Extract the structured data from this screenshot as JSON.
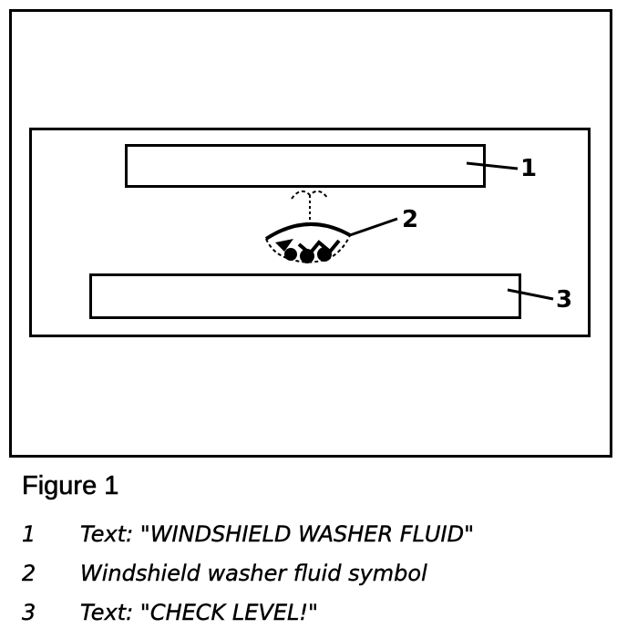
{
  "diagram": {
    "callouts": [
      "1",
      "2",
      "3"
    ],
    "icon": "windshield-washer-fluid-icon"
  },
  "caption": {
    "title": "Figure 1",
    "legend": [
      {
        "num": "1",
        "text": "Text: \"WINDSHIELD WASHER FLUID\""
      },
      {
        "num": "2",
        "text": "Windshield washer fluid symbol"
      },
      {
        "num": "3",
        "text": "Text: \"CHECK LEVEL!\""
      }
    ]
  }
}
